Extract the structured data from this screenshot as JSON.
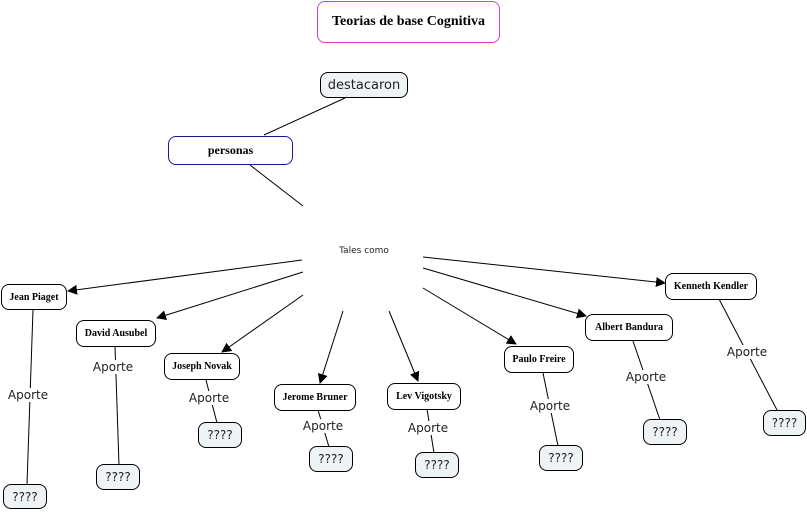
{
  "title": "Teorias  de base Cognitiva",
  "destacaron": "destacaron",
  "personas": "personas",
  "tales_como": "Tales como",
  "link_label": "Aporte",
  "people": [
    {
      "name": "Jean Piaget",
      "aporte": "Aporte",
      "result": "????"
    },
    {
      "name": "David Ausubel",
      "aporte": "Aporte",
      "result": "????"
    },
    {
      "name": "Joseph Novak",
      "aporte": "Aporte",
      "result": "????"
    },
    {
      "name": "Jerome Bruner",
      "aporte": "Aporte",
      "result": "????"
    },
    {
      "name": "Lev Vigotsky",
      "aporte": "Aporte",
      "result": "????"
    },
    {
      "name": "Paulo Freire",
      "aporte": "Aporte",
      "result": "????"
    },
    {
      "name": "Albert Bandura",
      "aporte": "Aporte",
      "result": "????"
    },
    {
      "name": "Kenneth Kendler",
      "aporte": "Aporte",
      "result": "????"
    }
  ],
  "colors": {
    "title_border": "#cc44cc",
    "personas_border": "#1a1a8c",
    "leaf_fill": "#eef3f5"
  }
}
